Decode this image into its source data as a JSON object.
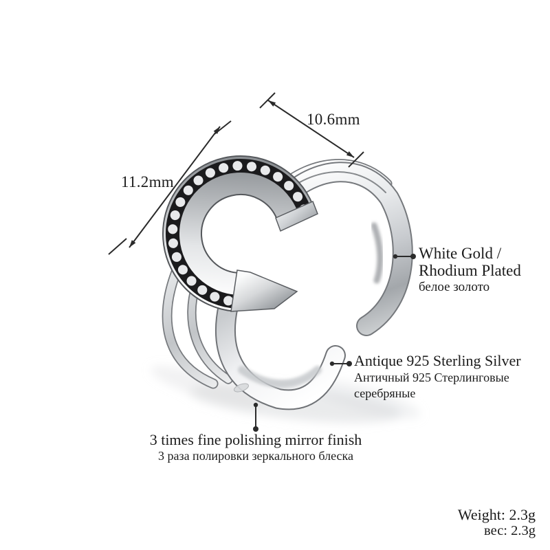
{
  "product": {
    "description": "open horseshoe ring product spec image"
  },
  "dimensions": {
    "width_label": "10.6mm",
    "height_label": "11.2mm"
  },
  "callouts": {
    "plating": {
      "line1": "White Gold /",
      "line2": "Rhodium Plated",
      "ru": "белое золото"
    },
    "material": {
      "line1": "Antique 925 Sterling Silver",
      "ru1": "Античный 925 Стерлинговые",
      "ru2": "серебряные"
    },
    "finish": {
      "line1": "3 times fine polishing mirror finish",
      "ru": "3 раза полировки зеркального блеска"
    }
  },
  "specs": {
    "weight_en": "Weight: 2.3g",
    "weight_ru": "вес: 2.3g"
  },
  "colors": {
    "background": "#ffffff",
    "text": "#1b1b1b",
    "annotation_line": "#2a2a2a",
    "metal_highlight": "#ffffff",
    "metal_light": "#eceef0",
    "metal_mid": "#c6c9cc",
    "metal_dark": "#8d9195",
    "metal_edge": "#54575b",
    "bead_channel": "#1b1b1d",
    "bead_dot": "#e8e9eb",
    "shadow": "#d9dbdd"
  }
}
